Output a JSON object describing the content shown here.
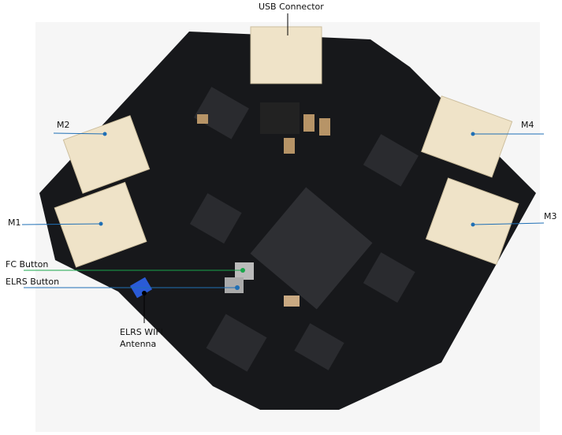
{
  "labels": {
    "usb": "USB Connector",
    "m2": "M2",
    "m4": "M4",
    "m1": "M1",
    "m3": "M3",
    "fc_button": "FC Button",
    "elrs_button": "ELRS Button",
    "antenna_line1": "ELRS WIFI",
    "antenna_line2": "Antenna"
  },
  "colors": {
    "board": "#17181b",
    "connector": "#efe3c8",
    "blue_line": "#1f6fb5",
    "green_line": "#1aa64b",
    "antenna": "#2a5bd7"
  }
}
